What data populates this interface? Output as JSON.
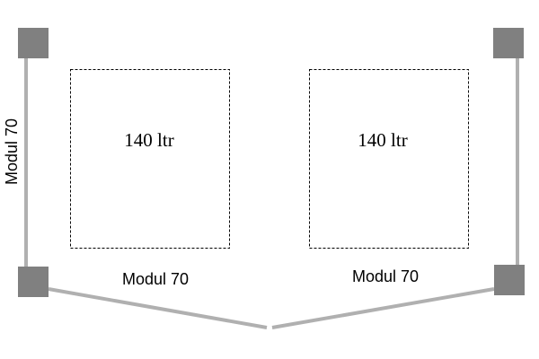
{
  "colors": {
    "post": "#808080",
    "rail": "#b0b0b0",
    "box_border": "#000000",
    "background": "#ffffff"
  },
  "labels": {
    "left_module": "Modul 70",
    "bottom_left_module": "Modul 70",
    "bottom_right_module": "Modul 70",
    "left_tank": "140 ltr",
    "right_tank": "140 ltr"
  }
}
